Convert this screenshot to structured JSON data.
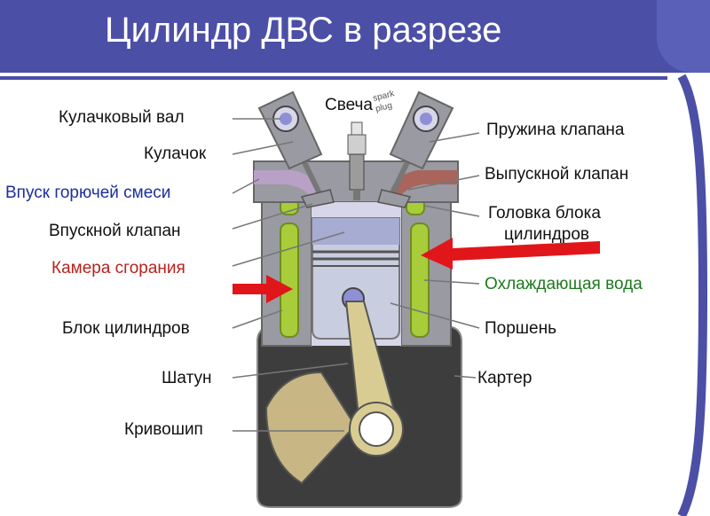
{
  "title": "Цилиндр ДВС в разрезе",
  "labels": {
    "camshaft": "Кулачковый вал",
    "cam": "Кулачок",
    "intake_mixture": "Впуск горючей смеси",
    "intake_valve": "Впускной клапан",
    "combustion_chamber": "Камера сгорания",
    "cylinder_block": "Блок цилиндров",
    "connecting_rod": "Шатун",
    "crank": "Кривошип",
    "spark_plug": "Свеча",
    "spark_plug_en_1": "spark",
    "spark_plug_en_2": "plug",
    "valve_spring": "Пружина клапана",
    "exhaust_valve": "Выпускной клапан",
    "cylinder_head_1": "Головка блока",
    "cylinder_head_2": "цилиндров",
    "coolant": "Охлаждающая вода",
    "piston": "Поршень",
    "crankcase": "Картер"
  },
  "colors": {
    "header": "#4b4fa6",
    "label_blue": "#1c2f9e",
    "label_red": "#b8221d",
    "label_green": "#1d7a1d",
    "arrow": "#e0161b",
    "coolant": "#a8cc3a"
  }
}
